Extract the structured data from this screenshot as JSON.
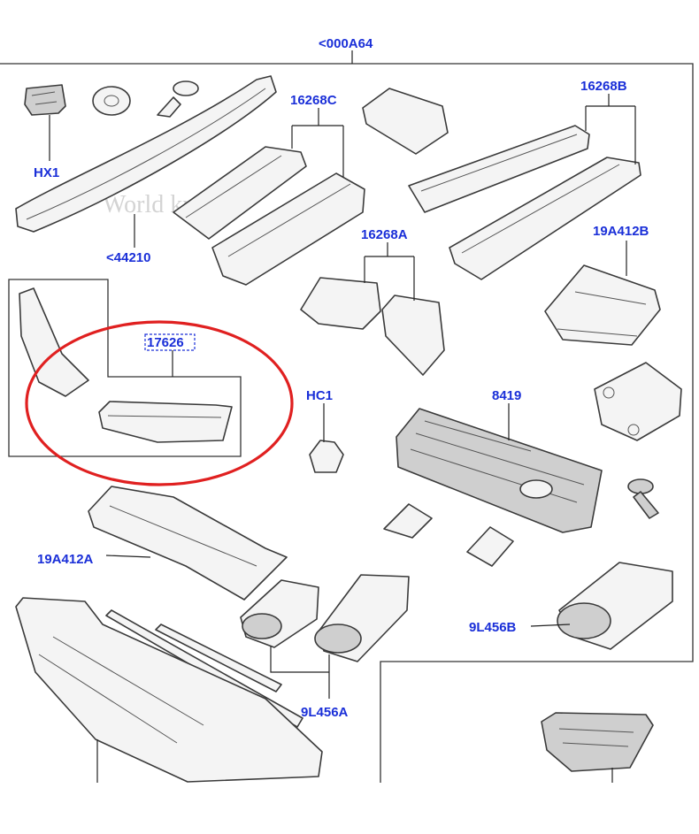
{
  "diagram": {
    "watermark": "World knight",
    "callouts": {
      "assembly": "<000A64",
      "hx1": "HX1",
      "p44210": "<44210",
      "p16268C": "16268C",
      "p16268B": "16268B",
      "p16268A": "16268A",
      "p19A412B": "19A412B",
      "p17626": "17626",
      "hc1": "HC1",
      "p8419": "8419",
      "p19A412A": "19A412A",
      "p9L456B": "9L456B",
      "p9L456A": "9L456A"
    },
    "colors": {
      "callout": "#1a2fd8",
      "highlight_ring": "#e02020",
      "line": "#333333"
    }
  }
}
